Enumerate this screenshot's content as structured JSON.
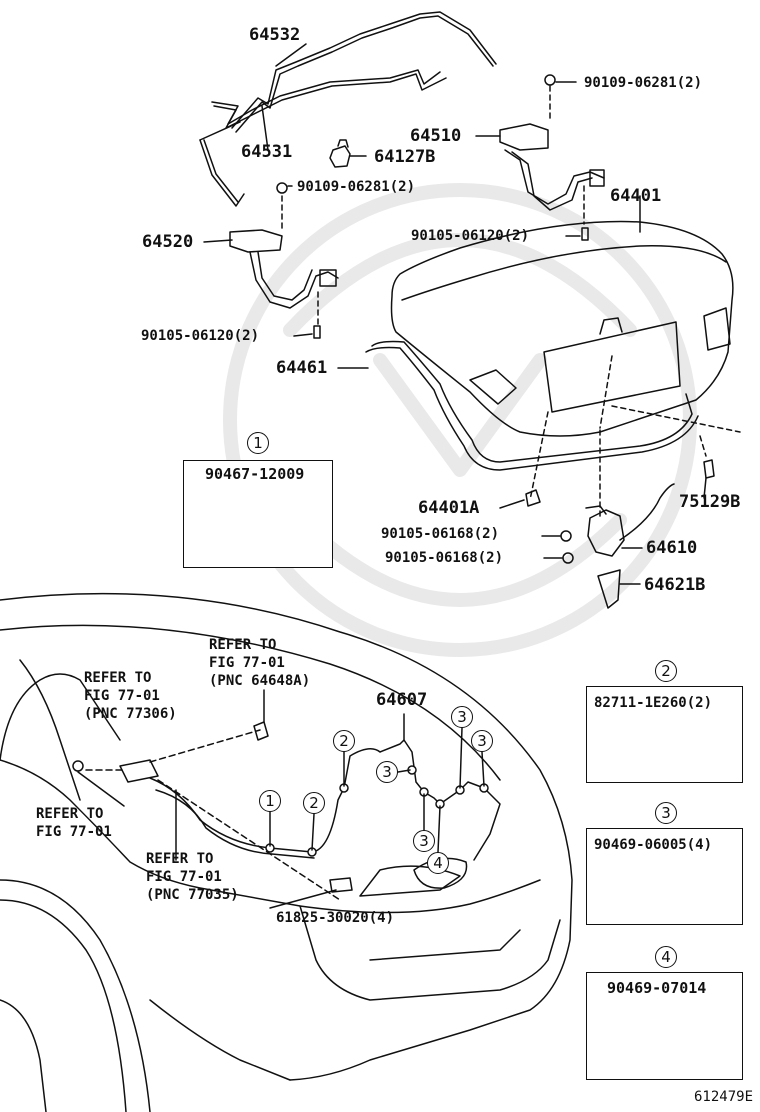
{
  "parts": {
    "p64532": "64532",
    "p64531": "64531",
    "p64127b": "64127B",
    "p64510": "64510",
    "bolt_upper": "90109-06281(2)",
    "bolt_left": "90109-06281(2)",
    "p64401": "64401",
    "p64520": "64520",
    "bolt_right_lower": "90105-06120(2)",
    "bolt_left_lower": "90105-06120(2)",
    "p64461": "64461",
    "p64401a": "64401A",
    "p75129b": "75129B",
    "bolt_lock_a": "90105-06168(2)",
    "bolt_lock_b": "90105-06168(2)",
    "p64610": "64610",
    "p64621b": "64621B",
    "p64607": "64607",
    "p61825": "61825-30020(4)"
  },
  "detail_boxes": [
    {
      "marker": "1",
      "part": "90467-12009"
    },
    {
      "marker": "2",
      "part": "82711-1E260(2)"
    },
    {
      "marker": "3",
      "part": "90469-06005(4)"
    },
    {
      "marker": "4",
      "part": "90469-07014"
    }
  ],
  "refs": {
    "ref_a": "REFER TO\nFIG 77-01\n(PNC 64648A)",
    "ref_b": "REFER TO\nFIG 77-01\n(PNC 77306)",
    "ref_c": "REFER TO\nFIG 77-01",
    "ref_d": "REFER TO\nFIG 77-01\n(PNC 77035)"
  },
  "wire_markers": [
    "1",
    "2",
    "2",
    "3",
    "3",
    "3",
    "3",
    "4"
  ],
  "figure_code": "612479E"
}
